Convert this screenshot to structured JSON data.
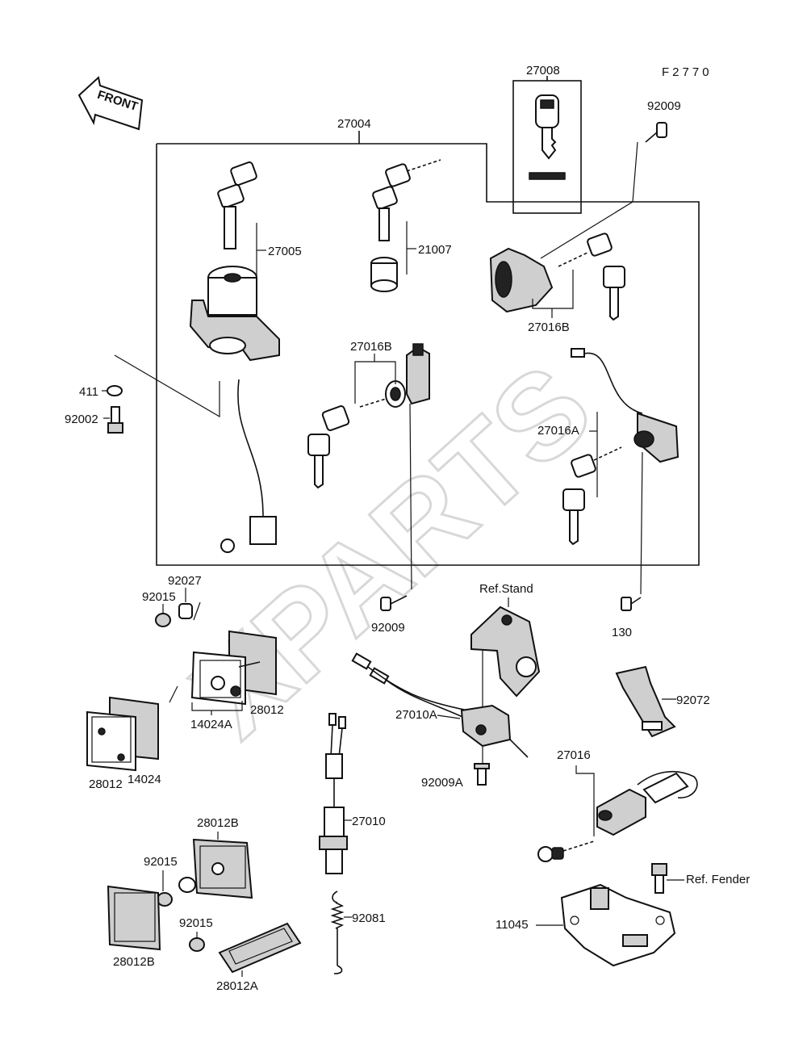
{
  "diagram": {
    "figure_code": "F2770",
    "watermark": "XPARTS",
    "front_arrow": "FRONT",
    "labels": {
      "p27008": "27008",
      "p92009_top": "92009",
      "p27004": "27004",
      "p27005": "27005",
      "p21007": "21007",
      "p27016B_right": "27016B",
      "p27016B_mid": "27016B",
      "p411": "411",
      "p92002": "92002",
      "p27016A": "27016A",
      "p92027": "92027",
      "p92015_a": "92015",
      "p92009_mid": "92009",
      "p_ref_stand": "Ref.Stand",
      "p130": "130",
      "p14024A": "14024A",
      "p28012_a": "28012",
      "p28012_b": "28012",
      "p14024": "14024",
      "p27010A": "27010A",
      "p92072": "92072",
      "p92009A": "92009A",
      "p27016": "27016",
      "p27010": "27010",
      "p28012B_top": "28012B",
      "p92015_b": "92015",
      "p_ref_fender": "Ref. Fender",
      "p92081": "92081",
      "p11045": "11045",
      "p92015_c": "92015",
      "p28012B_bot": "28012B",
      "p28012A": "28012A"
    }
  }
}
